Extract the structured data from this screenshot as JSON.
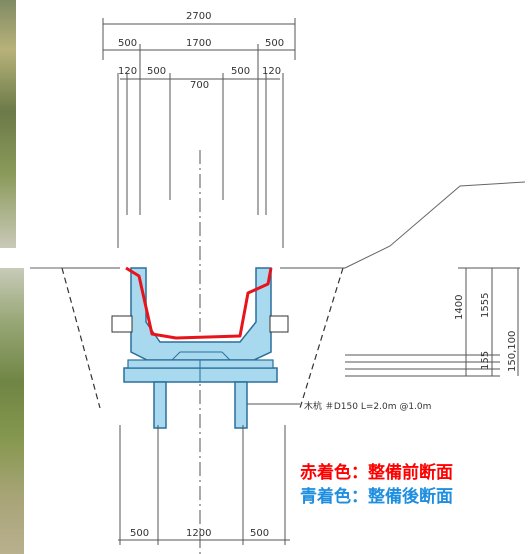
{
  "dimensions": {
    "top_total": "2700",
    "top_left": "500",
    "top_mid": "1700",
    "top_right": "500",
    "row3_a": "120",
    "row3_b": "500",
    "row3_c": "700",
    "row3_d": "500",
    "row3_e": "120",
    "right_1400": "1400",
    "right_1555": "1555",
    "right_155": "155",
    "right_150100": "150,100",
    "bottom_left": "500",
    "bottom_mid": "1200",
    "bottom_right": "500"
  },
  "pile_note": "木杭 ＃D150 L=2.0m @1.0m",
  "legend": {
    "red_label": "赤着色：整備前断面",
    "blue_label": "青着色：整備後断面"
  },
  "colors": {
    "before_section": "#e8141b",
    "after_section": "#a9d9ee",
    "after_outline": "#2a6f9a",
    "legend_red": "#ff0000",
    "legend_blue": "#1e8ee0"
  }
}
